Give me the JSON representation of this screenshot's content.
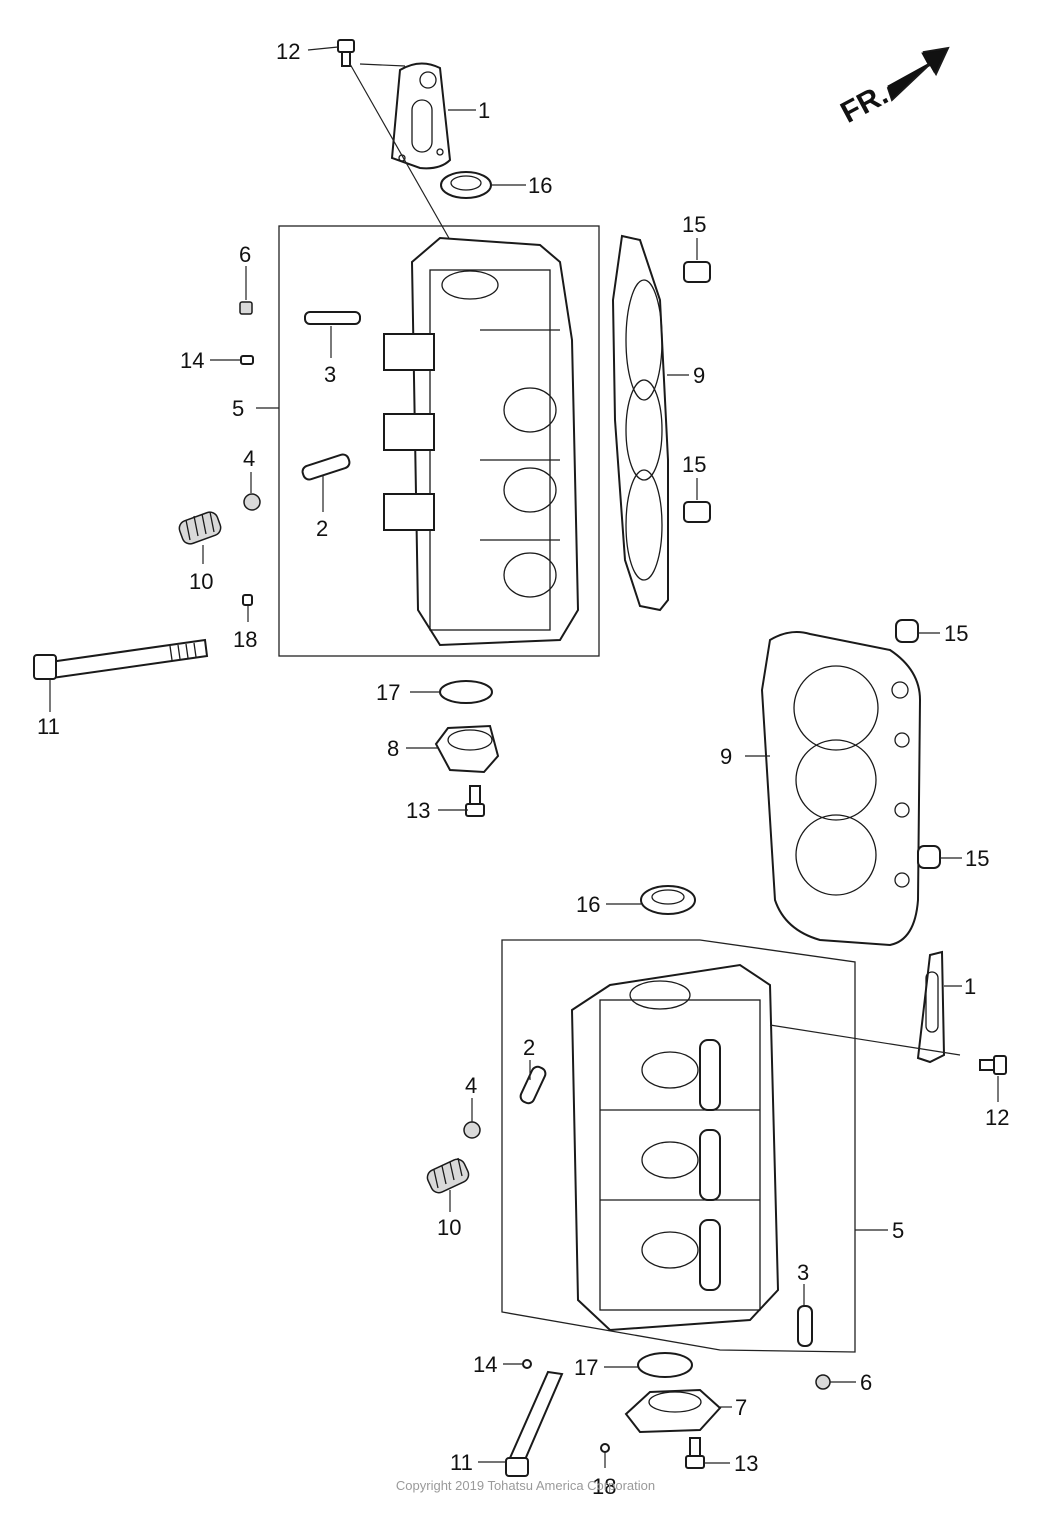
{
  "direction_label": "FR.",
  "copyright": "Copyright 2019 Tohatsu America Corporation",
  "callouts": [
    {
      "id": "c12a",
      "text": "12"
    },
    {
      "id": "c1a",
      "text": "1"
    },
    {
      "id": "c16a",
      "text": "16"
    },
    {
      "id": "c15a",
      "text": "15"
    },
    {
      "id": "c6a",
      "text": "6"
    },
    {
      "id": "c3a",
      "text": "3"
    },
    {
      "id": "c14a",
      "text": "14"
    },
    {
      "id": "c9a",
      "text": "9"
    },
    {
      "id": "c5a",
      "text": "5"
    },
    {
      "id": "c15b",
      "text": "15"
    },
    {
      "id": "c4a",
      "text": "4"
    },
    {
      "id": "c2a",
      "text": "2"
    },
    {
      "id": "c10a",
      "text": "10"
    },
    {
      "id": "c18a",
      "text": "18"
    },
    {
      "id": "c11a",
      "text": "11"
    },
    {
      "id": "c17a",
      "text": "17"
    },
    {
      "id": "c8a",
      "text": "8"
    },
    {
      "id": "c13a",
      "text": "13"
    },
    {
      "id": "c15c",
      "text": "15"
    },
    {
      "id": "c9b",
      "text": "9"
    },
    {
      "id": "c15d",
      "text": "15"
    },
    {
      "id": "c16b",
      "text": "16"
    },
    {
      "id": "c1b",
      "text": "1"
    },
    {
      "id": "c2b",
      "text": "2"
    },
    {
      "id": "c4b",
      "text": "4"
    },
    {
      "id": "c12b",
      "text": "12"
    },
    {
      "id": "c10b",
      "text": "10"
    },
    {
      "id": "c5b",
      "text": "5"
    },
    {
      "id": "c3b",
      "text": "3"
    },
    {
      "id": "c14b",
      "text": "14"
    },
    {
      "id": "c17b",
      "text": "17"
    },
    {
      "id": "c6b",
      "text": "6"
    },
    {
      "id": "c7a",
      "text": "7"
    },
    {
      "id": "c11b",
      "text": "11"
    },
    {
      "id": "c18b",
      "text": "18"
    },
    {
      "id": "c13b",
      "text": "13"
    }
  ]
}
